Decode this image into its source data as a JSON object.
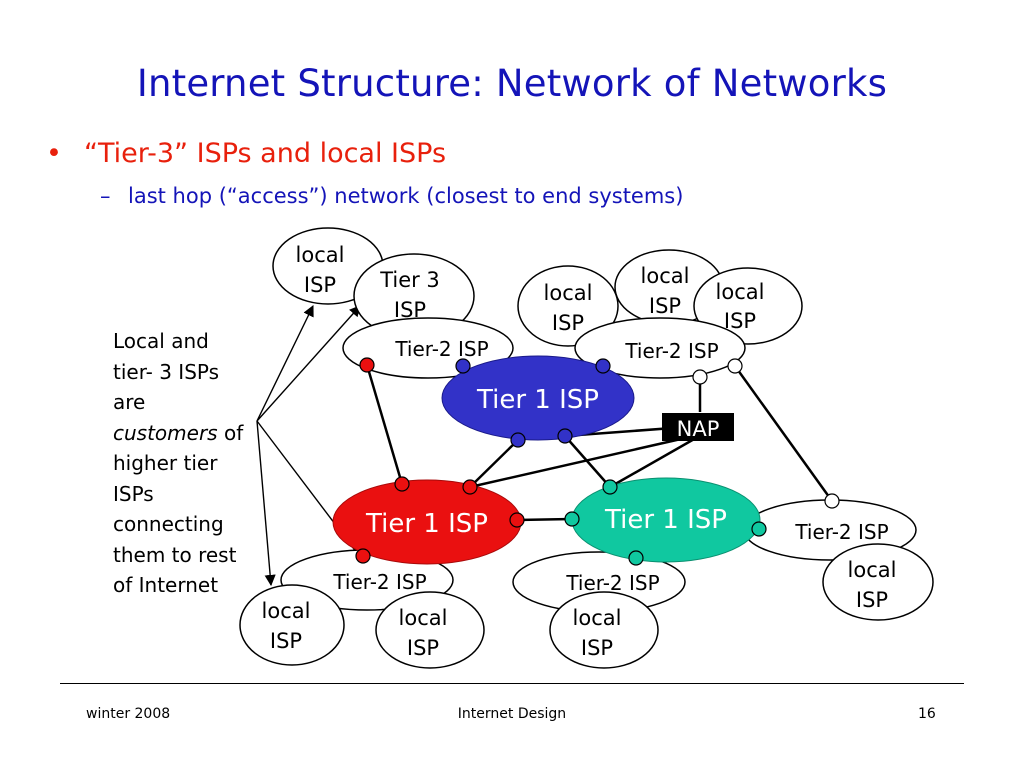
{
  "slide": {
    "title": "Internet Structure: Network of Networks",
    "bullet": "“Tier-3” ISPs and local ISPs",
    "subbullet": "last hop (“access”) network (closest to end systems)"
  },
  "side_note": {
    "lines": [
      "Local and",
      "tier- 3 ISPs",
      "are",
      "customers",
      "of",
      "higher tier",
      "ISPs",
      "connecting",
      "them to rest",
      "of Internet"
    ]
  },
  "diagram": {
    "tier1": [
      "Tier 1 ISP",
      "Tier 1 ISP",
      "Tier 1 ISP"
    ],
    "tier2": [
      "Tier-2 ISP",
      "Tier-2 ISP",
      "Tier-2 ISP",
      "Tier-2 ISP",
      "Tier-2 ISP"
    ],
    "tier3": [
      "Tier 3",
      "ISP"
    ],
    "local_top": [
      "local",
      "ISP"
    ],
    "local": [
      "local",
      "ISP"
    ],
    "nap": "NAP"
  },
  "footer": {
    "left": "winter 2008",
    "center": "Internet Design",
    "right": "16"
  },
  "colors": {
    "title": "#1414b8",
    "bullet": "#e8200c",
    "tier1_blue": "#3232c8",
    "tier1_red": "#ea1010",
    "tier1_green": "#10c8a0"
  }
}
